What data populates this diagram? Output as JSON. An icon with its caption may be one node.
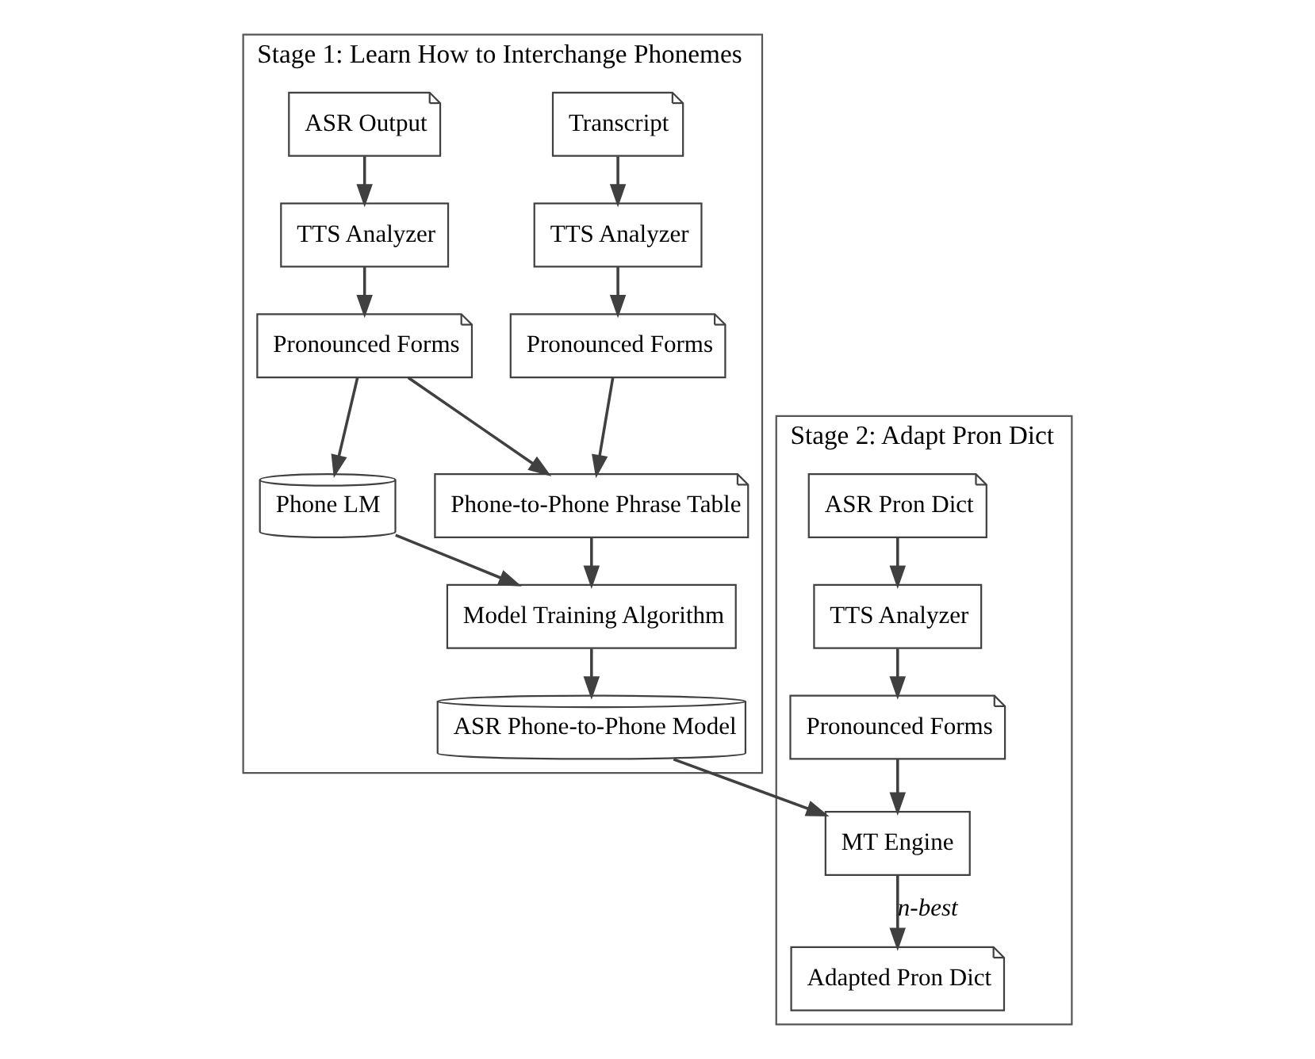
{
  "diagram": {
    "nodes": [
      {
        "text": [
          "Stage 1: Learn How to Interchange Phonemes"
        ]
      },
      {
        "text": [
          "Transcript"
        ],
        "in": 0
      },
      {
        "text": [
          "ASR Output"
        ],
        "in": 0
      },
      {
        "text": [
          "TTS Analyzer"
        ],
        "in": 0
      },
      {
        "text": [
          "TTS Analyzer"
        ],
        "in": 0
      },
      {
        "text": [
          "Pronounced Forms"
        ],
        "in": 0
      },
      {
        "text": [
          "Pronounced Forms"
        ],
        "in": 0
      },
      {
        "text": [
          "Phone-to-Phone Phrase Table"
        ],
        "in": 0
      },
      {
        "text": [
          "Phone LM"
        ],
        "in": 0
      },
      {
        "text": [
          "Model Training Algorithm"
        ],
        "in": 0
      },
      {
        "text": [
          "ASR Phone-to-Phone Model"
        ],
        "in": 0
      },
      {
        "text": [
          "Stage 2: Adapt Pron Dict"
        ]
      },
      {
        "text": [
          "ASR Pron Dict"
        ],
        "in": 11
      },
      {
        "text": [
          "TTS Analyzer"
        ],
        "in": 11
      },
      {
        "text": [
          "Pronounced Forms"
        ],
        "in": 11
      },
      {
        "text": [
          "MT Engine"
        ],
        "in": 11
      },
      {
        "text": [
          "Adapted Pron Dict"
        ],
        "in": 11
      }
    ],
    "edges": [
      {
        "from": 1,
        "to": 3,
        "arrow": "to"
      },
      {
        "from": 2,
        "to": 4,
        "arrow": "to"
      },
      {
        "from": 3,
        "to": 5,
        "arrow": "to"
      },
      {
        "from": 4,
        "to": 6,
        "arrow": "to"
      },
      {
        "from": 5,
        "to": 7,
        "arrow": "to"
      },
      {
        "from": 6,
        "to": 7,
        "arrow": "to"
      },
      {
        "from": 6,
        "to": 8,
        "arrow": "to"
      },
      {
        "from": 7,
        "to": 9,
        "arrow": "to"
      },
      {
        "from": 8,
        "to": 9,
        "arrow": "to"
      },
      {
        "from": 9,
        "to": 10,
        "arrow": "to"
      },
      {
        "from": 10,
        "to": 15,
        "arrow": "to"
      },
      {
        "from": 12,
        "to": 13,
        "arrow": "to"
      },
      {
        "from": 13,
        "to": 14,
        "arrow": "to"
      },
      {
        "from": 14,
        "to": 15,
        "arrow": "to"
      },
      {
        "from": 15,
        "to": 16,
        "arrow": "to",
        "label": "n-best"
      }
    ]
  }
}
